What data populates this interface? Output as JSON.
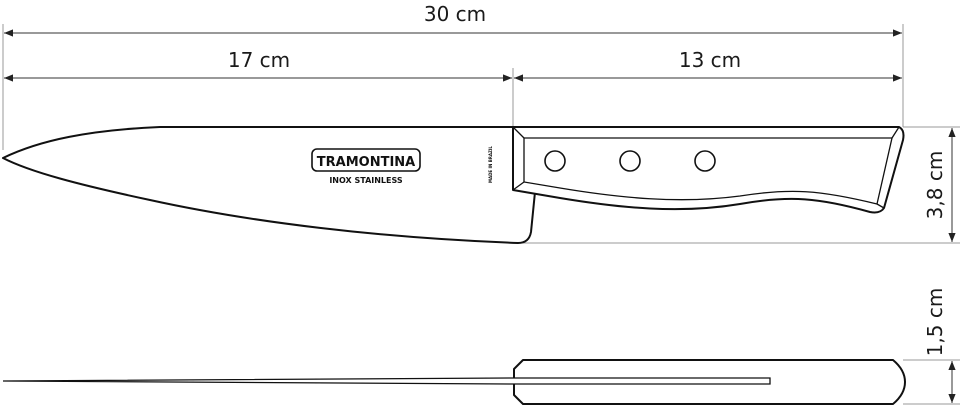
{
  "dimensions": {
    "total_length": "30 cm",
    "blade_length": "17 cm",
    "handle_length": "13 cm",
    "height": "3,8 cm",
    "thickness": "1,5 cm"
  },
  "blade_marking": {
    "brand": "TRAMONTINA",
    "subtitle": "INOX STAINLESS",
    "origin": "MADE IN BRAZIL"
  },
  "colors": {
    "line": "#111111",
    "extension_line": "#9a9a9a"
  }
}
